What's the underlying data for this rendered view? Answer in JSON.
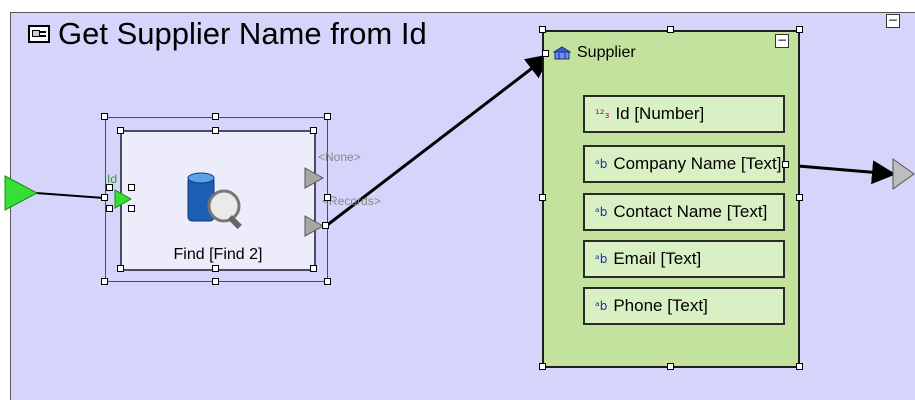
{
  "diagram": {
    "title": "Get Supplier Name from Id",
    "find_block": {
      "label": "Find [Find 2]",
      "input_label": "Id",
      "outputs": [
        "<None>",
        "<Records>"
      ]
    },
    "entity": {
      "title": "Supplier",
      "fields": [
        {
          "icon": "number-field-icon",
          "icon_text": "¹²₃",
          "label": "Id [Number]"
        },
        {
          "icon": "text-field-icon",
          "icon_text": "ᵃb",
          "label": "Company Name [Text]"
        },
        {
          "icon": "text-field-icon",
          "icon_text": "ᵃb",
          "label": "Contact Name [Text]"
        },
        {
          "icon": "text-field-icon",
          "icon_text": "ᵃb",
          "label": "Email [Text]"
        },
        {
          "icon": "text-field-icon",
          "icon_text": "ᵃb",
          "label": "Phone [Text]"
        }
      ]
    },
    "collapse_symbol": "−",
    "colors": {
      "canvas": "#d5d4fb",
      "entity_fill": "#c2e29e",
      "field_fill": "#d8f0c4",
      "input_arrow": "#35e035",
      "find_fill": "#ececfb"
    }
  }
}
